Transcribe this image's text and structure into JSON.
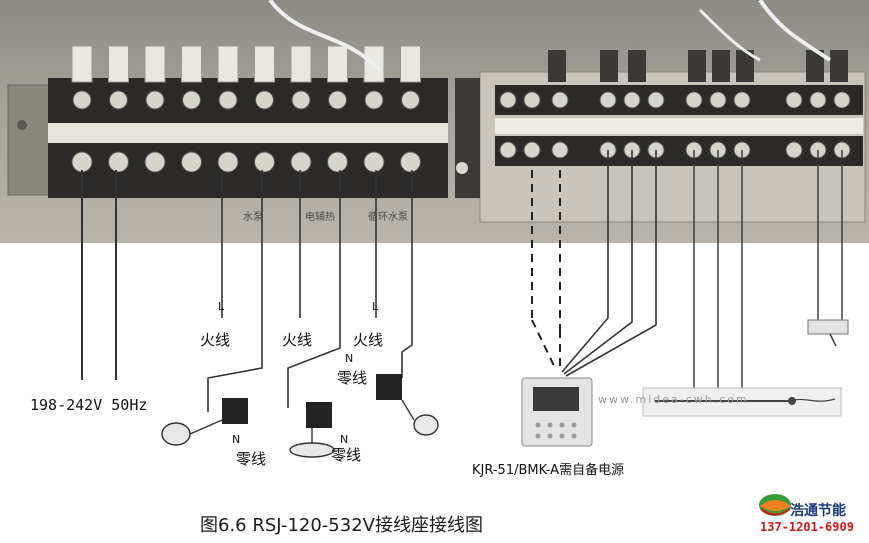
{
  "photo_labels": {
    "pump": "水泵",
    "electric_heater": "电辅热",
    "circulation_pump": "循环水泵"
  },
  "wire_labels": {
    "live_1": "L",
    "live_1_text": "火线",
    "live_2": "火线",
    "live_3": "L",
    "live_3_text": "火线",
    "neutral_n_1": "N",
    "neutral_1": "零线",
    "neutral_n_2": "N",
    "neutral_2": "零线",
    "neutral_n_3": "N",
    "neutral_3": "零线"
  },
  "power_supply": "198-242V 50Hz",
  "controller_label": "KJR-51/BMK-A需自备电源",
  "watermark": "www.midea-cwh.com",
  "caption": "图6.6 RSJ-120-532V接线座接线图",
  "logo": {
    "name": "浩通节能",
    "phone": "137-1201-6909"
  },
  "colors": {
    "photo_bg": "#a7a39b",
    "terminal_block": "#2a2a2a",
    "wire": "#333333",
    "logo_red": "#d01818",
    "logo_green": "#3a9a3a",
    "logo_orange": "#f08020"
  }
}
